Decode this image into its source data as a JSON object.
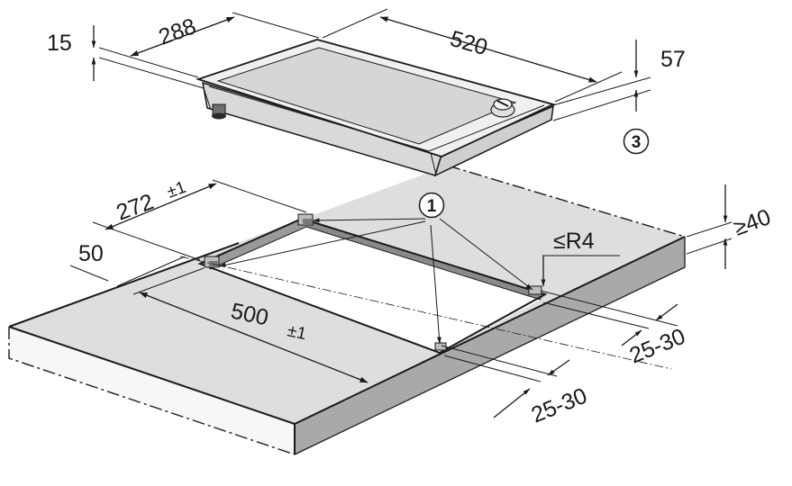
{
  "dimensions": {
    "height_15": "15",
    "depth_288": "288",
    "width_520": "520",
    "height_57": "57",
    "cutout_depth": "272",
    "cutout_depth_tol": "±1",
    "offset_50": "50",
    "cutout_width": "500",
    "cutout_width_tol": "±1",
    "radius": "≤R4",
    "worktop_thickness": "≥40",
    "bracket_offset_a": "25-30",
    "bracket_offset_b": "25-30"
  },
  "callouts": {
    "brackets": "1",
    "gap": "3"
  },
  "colors": {
    "worktop_top": "#dedede",
    "worktop_side": "#a9a9a9",
    "hob_glass": "#d6d6d6",
    "hob_frame": "#f0f0f0",
    "line": "#1a1a1a"
  }
}
